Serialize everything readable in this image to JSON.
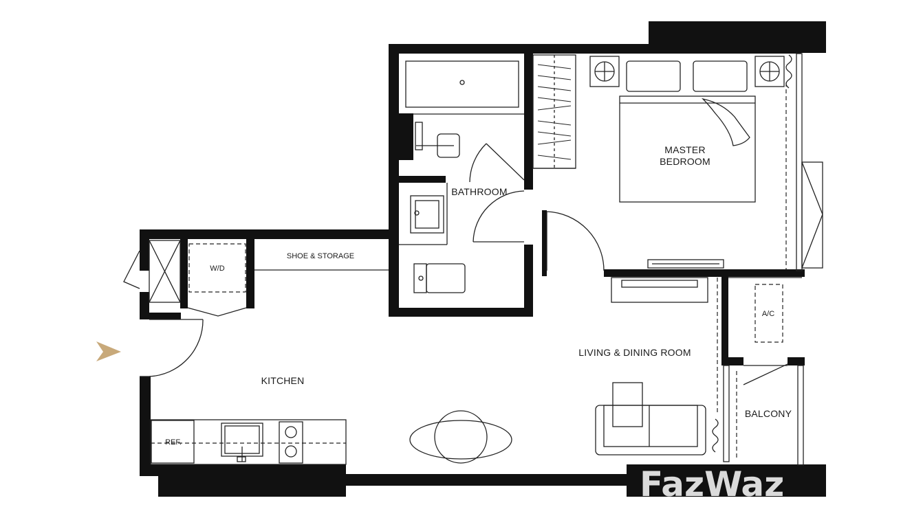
{
  "rooms": {
    "master_bedroom_line1": "MASTER",
    "master_bedroom_line2": "BEDROOM",
    "bathroom": "BATHROOM",
    "shoe_storage": "SHOE & STORAGE",
    "washer_dryer": "W/D",
    "kitchen": "KITCHEN",
    "living_dining": "LIVING & DINING ROOM",
    "air_conditioner": "A/C",
    "balcony": "BALCONY",
    "refrigerator": "REF."
  },
  "watermark": "FazWaz",
  "colors": {
    "wall": "#111111",
    "entry_arrow": "#c8a97a"
  }
}
